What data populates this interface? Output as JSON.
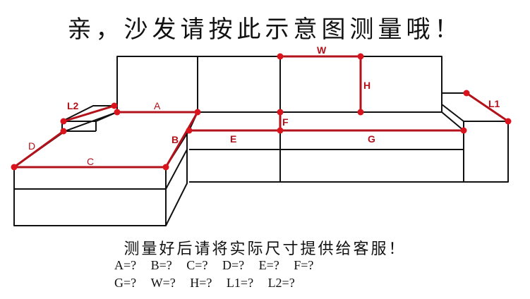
{
  "title": "亲，沙发请按此示意图测量哦！",
  "subtitle": "测量好后请将实际尺寸提供给客服！",
  "colors": {
    "outline": "#111111",
    "measure": "#b3121b",
    "dot": "#d9141c"
  },
  "labels": {
    "W": "W",
    "H": "H",
    "F": "F",
    "E": "E",
    "G": "G",
    "A": "A",
    "B": "B",
    "C": "C",
    "D": "D",
    "L1": "L1",
    "L2": "L2"
  },
  "legend": {
    "row1": [
      "A=?",
      "B=?",
      "C=?",
      "D=?",
      "E=?",
      "F=?"
    ],
    "row2": [
      "G=?",
      "W=?",
      "H=?",
      "L1=?",
      "L2=?"
    ]
  }
}
